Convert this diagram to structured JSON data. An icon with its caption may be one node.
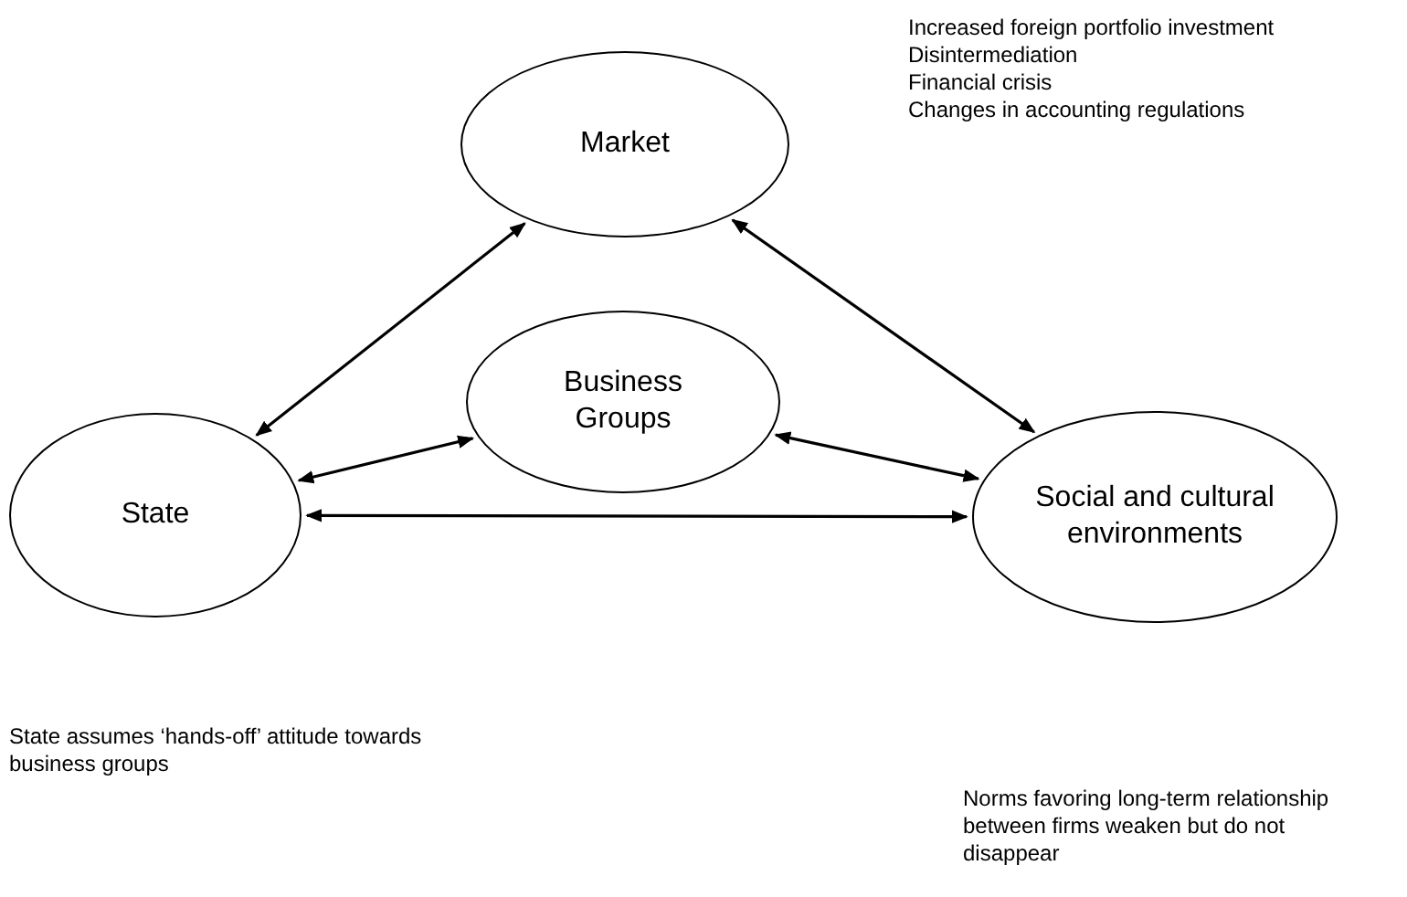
{
  "diagram": {
    "nodes": [
      {
        "text": [
          "Market"
        ],
        "beside": [
          "Increased foreign portfolio investment",
          "Disintermediation",
          "Financial crisis",
          "Changes in accounting regulations"
        ]
      },
      {
        "text": [
          "Business Groups"
        ]
      },
      {
        "text": [
          "State"
        ]
      },
      {
        "text": [
          "Social and cultural environments"
        ]
      }
    ],
    "labels": [
      "State assumes ‘hands-off’ attitude towards business groups",
      "Norms favoring long-term relationship between firms weaken but do not disappear"
    ],
    "edges": [
      {
        "from": 0,
        "to": 2,
        "arrow": "both"
      },
      {
        "from": 0,
        "to": 3,
        "arrow": "both"
      },
      {
        "from": 1,
        "to": 2,
        "arrow": "both"
      },
      {
        "from": 1,
        "to": 3,
        "arrow": "both"
      },
      {
        "from": 2,
        "to": 3,
        "arrow": "both"
      }
    ]
  }
}
